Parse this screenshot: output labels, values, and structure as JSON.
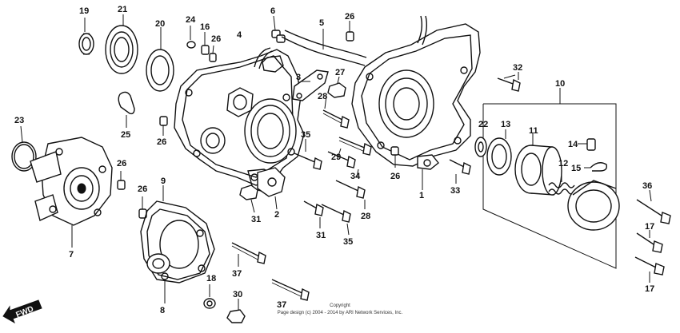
{
  "diagram": {
    "part_labels": [
      "19",
      "21",
      "20",
      "24",
      "16",
      "26",
      "4",
      "6",
      "5",
      "26",
      "32",
      "10",
      "3",
      "27",
      "28",
      "35",
      "29",
      "34",
      "26",
      "1",
      "22",
      "13",
      "11",
      "14",
      "12",
      "15",
      "33",
      "23",
      "25",
      "26",
      "7",
      "26",
      "9",
      "26",
      "31",
      "2",
      "31",
      "28",
      "35",
      "36",
      "17",
      "17",
      "18",
      "37",
      "30",
      "37",
      "8"
    ],
    "copyright_lines": [
      "Copyright",
      "Page design (c) 2004 - 2014 by ARI Network Services, Inc."
    ],
    "fwd_label": "FWD"
  }
}
